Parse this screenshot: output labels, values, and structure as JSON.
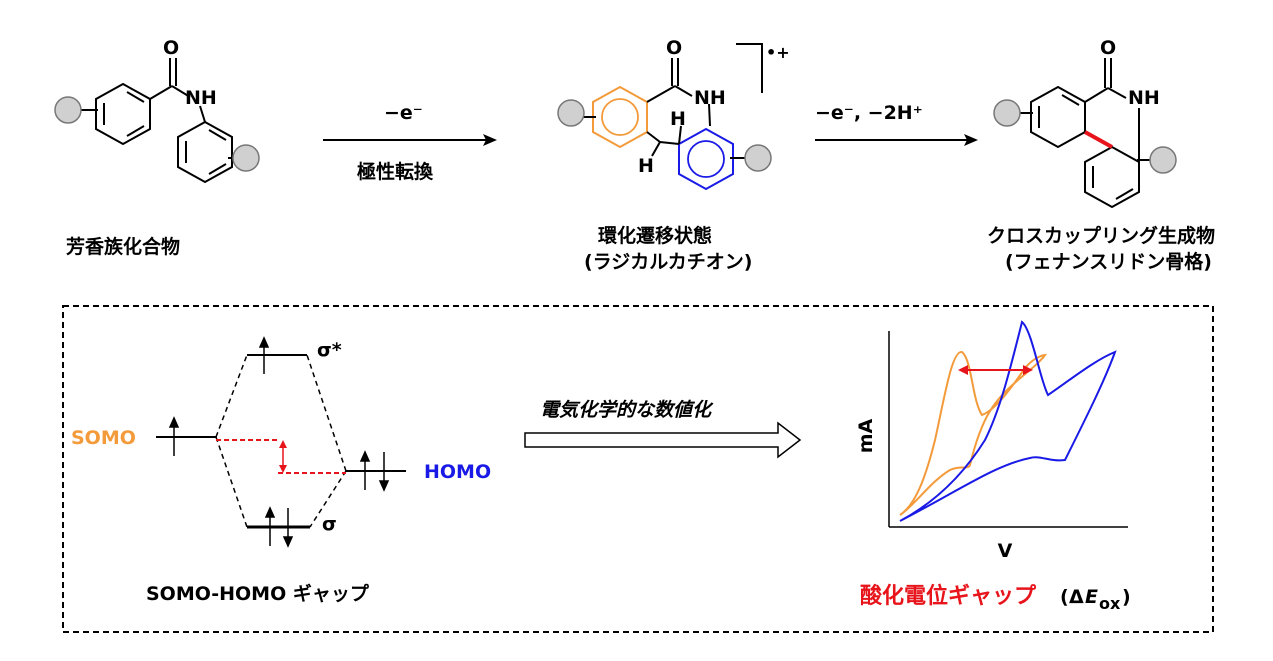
{
  "scheme": {
    "start_label": "芳香族化合物",
    "arrow1_top": "−e⁻",
    "arrow1_bottom": "極性転換",
    "ts_label_1": "環化遷移状態",
    "ts_label_2": "(ラジカルカチオン)",
    "charge": "•+",
    "arrow2_top": "−e⁻, −2H⁺",
    "product_label_1": "クロスカップリング生成物",
    "product_label_2": "(フェナンスリドン骨格)",
    "atoms": {
      "O": "O",
      "NH": "NH",
      "H": "H"
    }
  },
  "mo_diagram": {
    "somo": "SOMO",
    "homo": "HOMO",
    "sigma_star": "σ*",
    "sigma": "σ",
    "caption": "SOMO-HOMO ギャップ"
  },
  "middle_arrow_label": "電気化学的な数値化",
  "cv_plot": {
    "ylabel": "mA",
    "xlabel": "V",
    "caption_red": "酸化電位ギャップ",
    "caption_paren_open": "(",
    "caption_delta": "Δ",
    "caption_E": "E",
    "caption_sub": "ox",
    "caption_paren_close": ")"
  },
  "colors": {
    "orange": "#F39A3A",
    "blue": "#1A1AE6",
    "red": "#E8141B",
    "gray": "#D0D0D0"
  }
}
